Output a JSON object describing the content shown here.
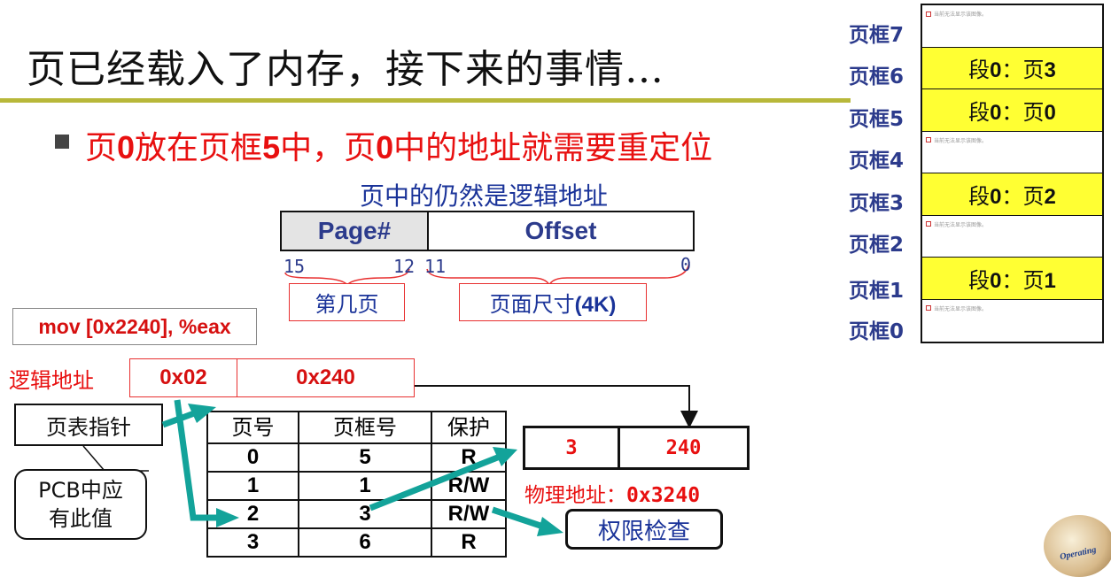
{
  "title": "页已经载入了内存，接下来的事情…",
  "bullet": {
    "part1": "页",
    "num1": "0",
    "part2": "放在页框",
    "num2": "5",
    "part3": "中，页",
    "num3": "0",
    "part4": "中的地址就需要重定位"
  },
  "caption": "页中的仍然是逻辑地址",
  "address_format": {
    "fields": [
      "Page#",
      "Offset"
    ],
    "bits": {
      "b15": "15",
      "b12": "12",
      "b11": "11",
      "b0": "0"
    },
    "page_label": "第几页",
    "offset_label_cn": "页面尺寸",
    "offset_label_num": "(4K)"
  },
  "instruction": "mov [0x2240], %eax",
  "logical_address": {
    "label": "逻辑地址",
    "page": "0x02",
    "offset": "0x240"
  },
  "page_table_pointer": "页表指针",
  "pcb_note": [
    "PCB中应",
    "有此值"
  ],
  "page_table": {
    "headers": [
      "页号",
      "页框号",
      "保护"
    ],
    "rows": [
      [
        "0",
        "5",
        "R"
      ],
      [
        "1",
        "1",
        "R/W"
      ],
      [
        "2",
        "3",
        "R/W"
      ],
      [
        "3",
        "6",
        "R"
      ]
    ]
  },
  "physical_address": {
    "frame": "3",
    "offset": "240",
    "label": "物理地址：",
    "value": "0x3240"
  },
  "permission_check": "权限检查",
  "memory": {
    "frame_labels": [
      "页框7",
      "页框6",
      "页框5",
      "页框4",
      "页框3",
      "页框2",
      "页框1",
      "页框0"
    ],
    "frames": [
      {
        "filled": false,
        "placeholder": "当前无法显示该图像。"
      },
      {
        "filled": true,
        "seg": "段",
        "segnum": "0",
        "sep": "：页",
        "pagenum": "3"
      },
      {
        "filled": true,
        "seg": "段",
        "segnum": "0",
        "sep": "：页",
        "pagenum": "0"
      },
      {
        "filled": false,
        "placeholder": "当前无法显示该图像。"
      },
      {
        "filled": true,
        "seg": "段",
        "segnum": "0",
        "sep": "：页",
        "pagenum": "2"
      },
      {
        "filled": false,
        "placeholder": "当前无法显示该图像。"
      },
      {
        "filled": true,
        "seg": "段",
        "segnum": "0",
        "sep": "：页",
        "pagenum": "1"
      },
      {
        "filled": false,
        "placeholder": "当前无法显示该图像。"
      }
    ],
    "fill_color": "#ffff33"
  },
  "logo_text": "Operating",
  "colors": {
    "accent_red": "#e81010",
    "title_rule": "#b8b83a",
    "arrow_teal": "#13a39a",
    "label_blue": "#1a3399"
  }
}
